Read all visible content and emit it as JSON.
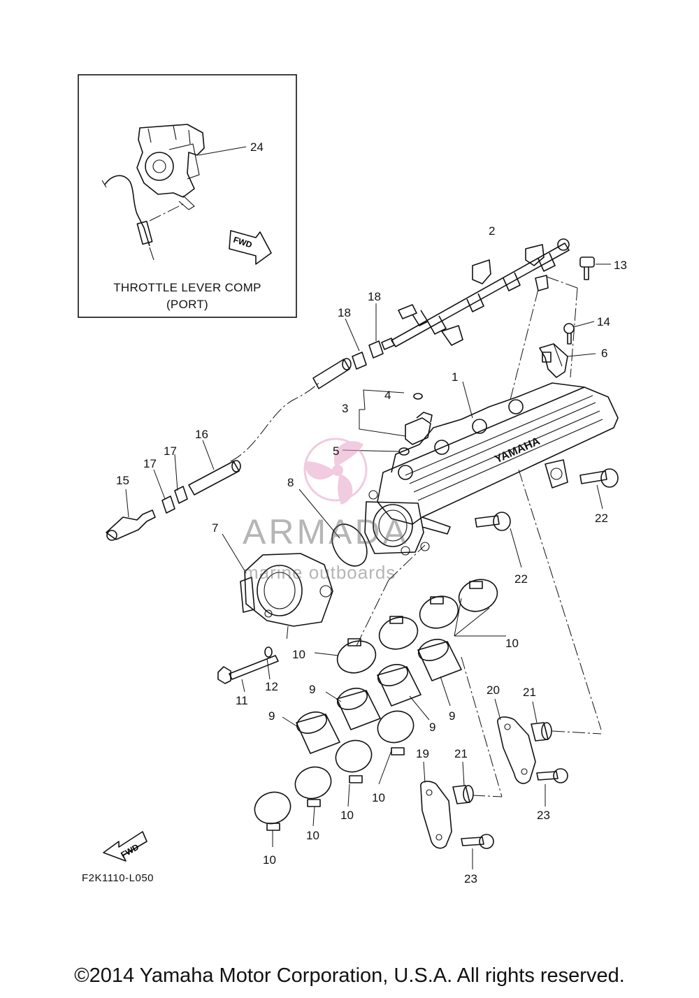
{
  "inset": {
    "title_line1": "THROTTLE LEVER COMP",
    "title_line2": "(PORT)",
    "fwd_label": "FWD"
  },
  "fwd_label_main": "FWD",
  "watermark": {
    "brand": "ARMADA",
    "sub": "marine outboards"
  },
  "callouts": [
    "1",
    "2",
    "3",
    "4",
    "5",
    "6",
    "7",
    "8",
    "9",
    "10",
    "11",
    "12",
    "13",
    "14",
    "15",
    "16",
    "17",
    "18",
    "19",
    "20",
    "21",
    "22",
    "23",
    "24"
  ],
  "diagram_code": "F2K1110-L050",
  "copyright": "©2014 Yamaha Motor Corporation, U.S.A. All rights reserved.",
  "colors": {
    "line": "#111111",
    "watermark_pink": "#e7a2c6",
    "watermark_gray": "#8a8a8a"
  }
}
